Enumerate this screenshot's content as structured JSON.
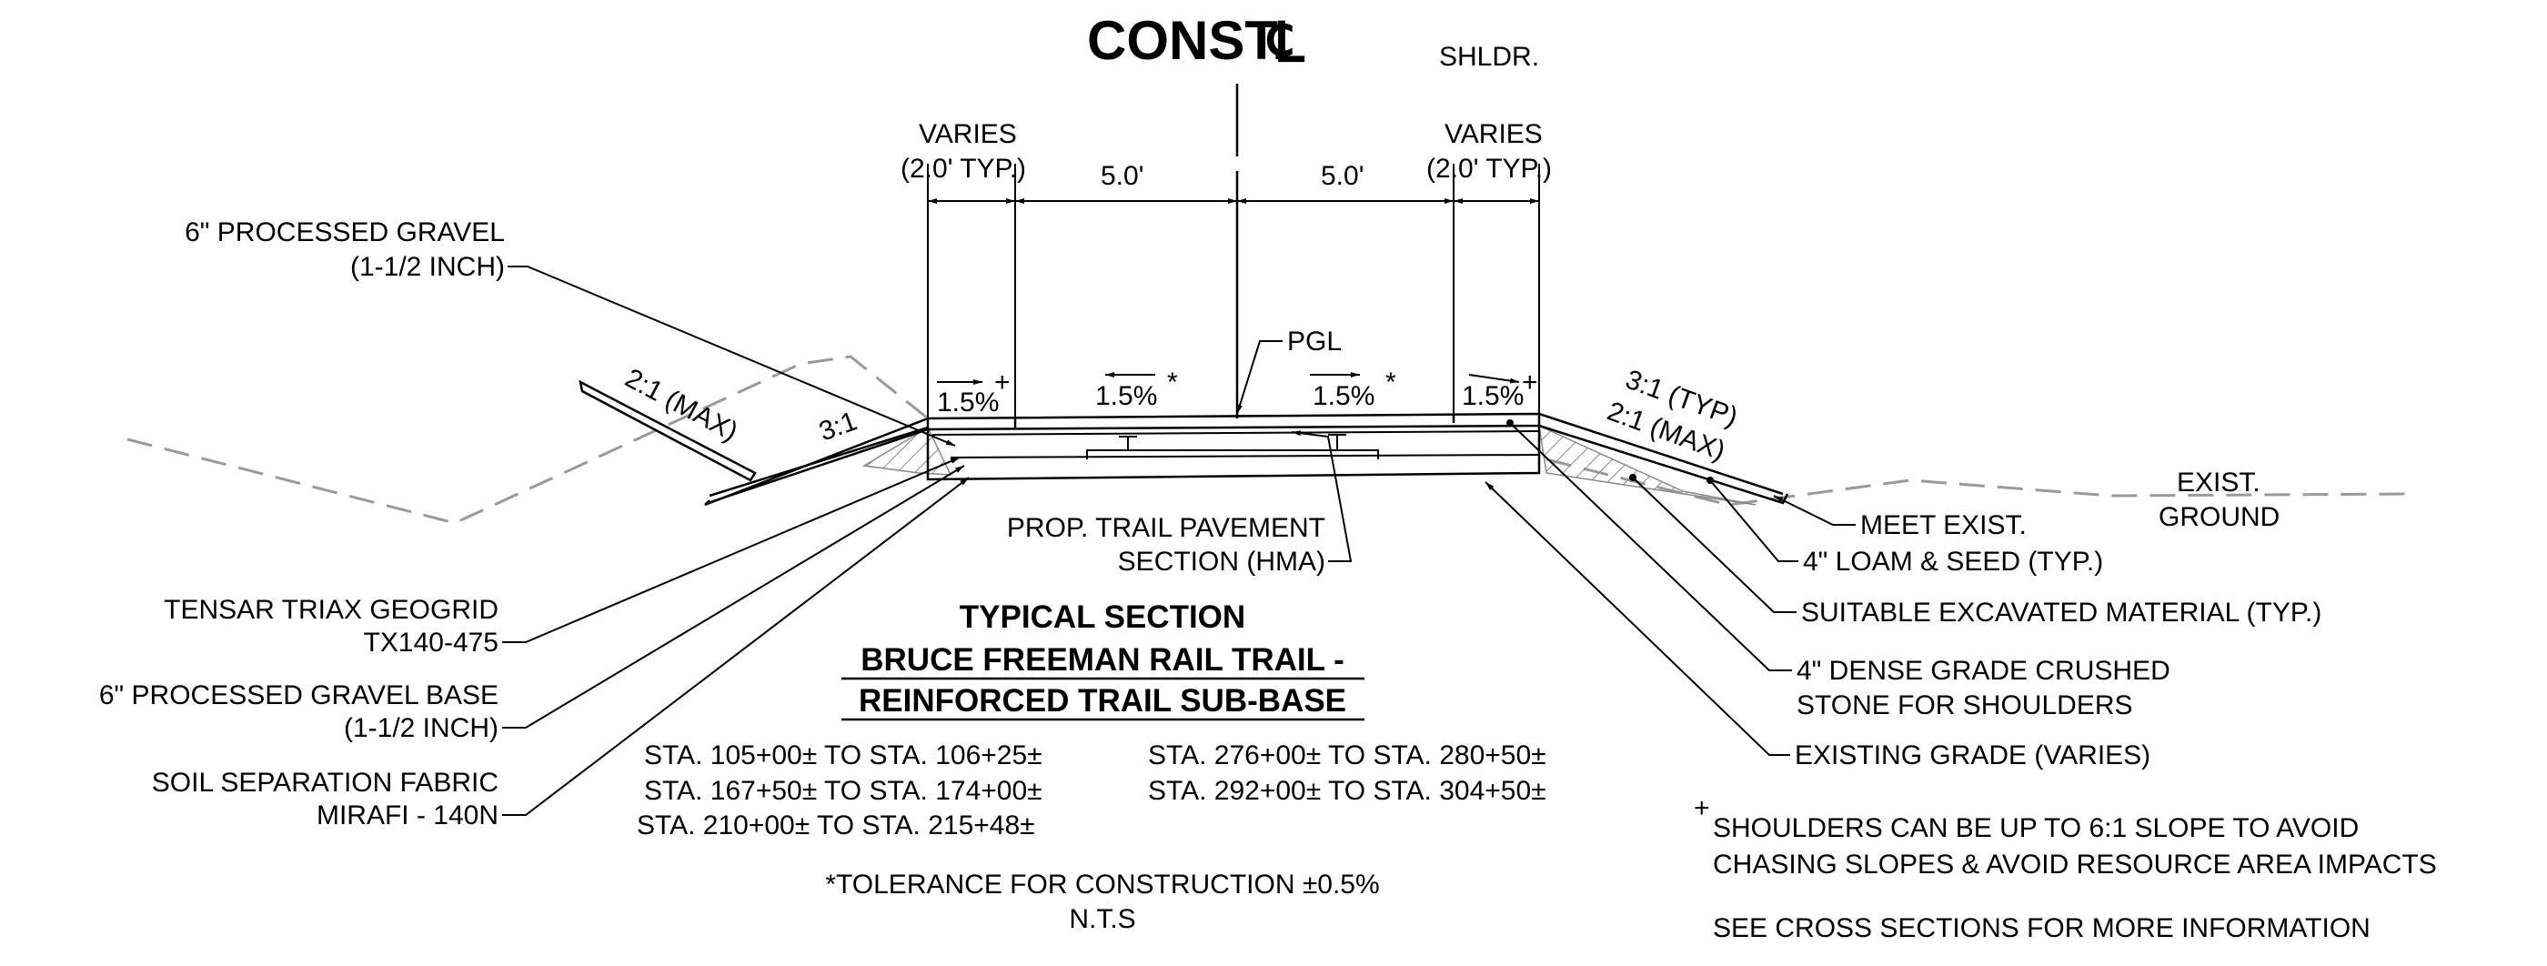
{
  "heading": {
    "const": "CONST.",
    "centerline_symbol": "℄",
    "shoulder": "SHLDR."
  },
  "dimensions": {
    "varies_left": "VARIES",
    "typ_left": "(2.0' TYP.)",
    "varies_right": "VARIES",
    "typ_right": "(2.0' TYP.)",
    "width_left": "5.0'",
    "width_right": "5.0'"
  },
  "slopes": {
    "left_shoulder": "1.5%",
    "left_shoulder_mark": "+",
    "left_lane": "1.5%",
    "left_lane_mark": "*",
    "right_lane": "1.5%",
    "right_lane_mark": "*",
    "right_shoulder": "1.5%",
    "right_shoulder_mark": "+",
    "left_max": "2:1 (MAX)",
    "left_fill": "3:1",
    "right_typ": "3:1 (TYP)",
    "right_max": "2:1 (MAX)"
  },
  "labels": {
    "pgl": "PGL",
    "gravel_top_1": "6\" PROCESSED GRAVEL",
    "gravel_top_2": "(1-1/2 INCH)",
    "geogrid_1": "TENSAR TRIAX GEOGRID",
    "geogrid_2": "TX140-475",
    "gravel_base_1": "6\" PROCESSED GRAVEL BASE",
    "gravel_base_2": "(1-1/2 INCH)",
    "fabric_1": "SOIL SEPARATION FABRIC",
    "fabric_2": "MIRAFI - 140N",
    "pavement_1": "PROP. TRAIL PAVEMENT",
    "pavement_2": "SECTION (HMA)",
    "meet_exist": "MEET EXIST.",
    "loam_seed": "4\" LOAM & SEED (TYP.)",
    "excavated": "SUITABLE EXCAVATED MATERIAL (TYP.)",
    "crushed_1": "4\" DENSE GRADE CRUSHED",
    "crushed_2": "STONE FOR SHOULDERS",
    "existing_grade": "EXISTING GRADE (VARIES)",
    "exist_ground_1": "EXIST.",
    "exist_ground_2": "GROUND"
  },
  "title": {
    "line1": "TYPICAL SECTION",
    "line2": "BRUCE FREEMAN RAIL TRAIL -",
    "line3": "REINFORCED TRAIL SUB-BASE"
  },
  "stations": {
    "left": [
      "STA. 105+00± TO STA. 106+25±",
      "STA. 167+50± TO STA. 174+00±",
      "STA.  210+00± TO STA. 215+48±"
    ],
    "right": [
      "STA.  276+00± TO STA. 280+50±",
      "STA.  292+00± TO STA. 304+50±"
    ]
  },
  "notes": {
    "tolerance": "*TOLERANCE FOR CONSTRUCTION ±0.5%",
    "scale": "N.T.S",
    "shoulder_mark": "+",
    "shoulder_1": "SHOULDERS CAN BE UP TO 6:1 SLOPE TO AVOID",
    "shoulder_2": "CHASING SLOPES & AVOID RESOURCE AREA IMPACTS",
    "see_sections": "SEE CROSS SECTIONS FOR MORE INFORMATION"
  },
  "colors": {
    "ink": "#000000",
    "existing_ground": "#9a9a9a"
  }
}
